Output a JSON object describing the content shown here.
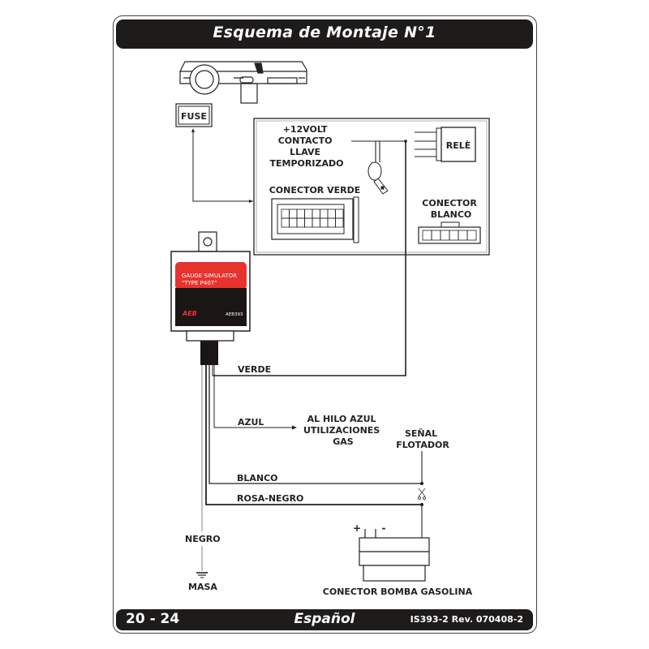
{
  "header": {
    "title": "Esquema de Montaje N°1"
  },
  "footer": {
    "page_range": "20 - 24",
    "language": "Español",
    "revision": "IS393-2 Rev. 070408-2"
  },
  "diagram": {
    "fuse_label": "FUSE",
    "power_label": [
      "+12VOLT",
      "CONTACTO",
      "LLAVE",
      "TEMPORIZADO"
    ],
    "relay_label": "RELÈ",
    "green_connector_label": "CONECTOR VERDE",
    "white_connector_label": [
      "CONECTOR",
      "BLANCO"
    ],
    "module": {
      "line1": "GAUGE SIMULATOR",
      "line2": "\"TYPE P407\"",
      "brand": "AEB",
      "model": "AEB393",
      "accent_color": "#e8322e",
      "body_color": "#1a1616"
    },
    "wires": {
      "verde": "VERDE",
      "azul": "AZUL",
      "azul_dest": [
        "AL HILO AZUL",
        "UTILIZACIONES",
        "GAS"
      ],
      "blanco": "BLANCO",
      "rosa_negro": "ROSA-NEGRO",
      "negro": "NEGRO",
      "masa": "MASA"
    },
    "float_signal": [
      "SEÑAL",
      "FLOTADOR"
    ],
    "pump_plus": "+",
    "pump_minus": "-",
    "pump_connector_label": "CONECTOR BOMBA GASOLINA"
  }
}
